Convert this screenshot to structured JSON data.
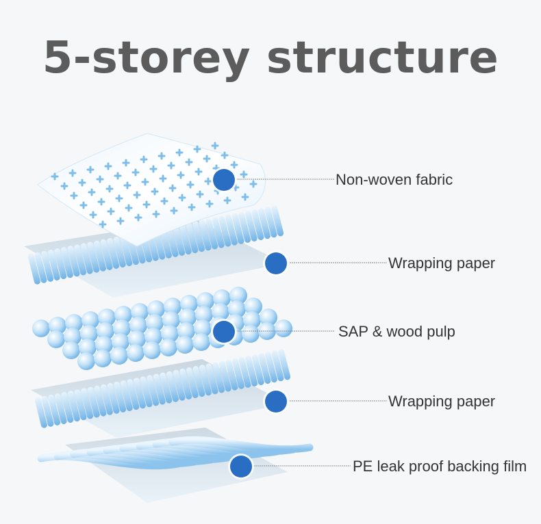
{
  "title": "5-storey structure",
  "colors": {
    "marker": "#2a6ec3",
    "text": "#333333",
    "title": "#5c5c5c",
    "layer_light": "#d9ecfa",
    "layer_mid": "#a9d2f1",
    "layer_dark": "#6fb2e6"
  },
  "layers": [
    {
      "label": "Non-woven fabric",
      "kind": "fabric"
    },
    {
      "label": "Wrapping paper",
      "kind": "ridged"
    },
    {
      "label": "SAP & wood pulp",
      "kind": "beads"
    },
    {
      "label": "Wrapping paper",
      "kind": "ridged"
    },
    {
      "label": "PE leak proof backing film",
      "kind": "film"
    }
  ]
}
